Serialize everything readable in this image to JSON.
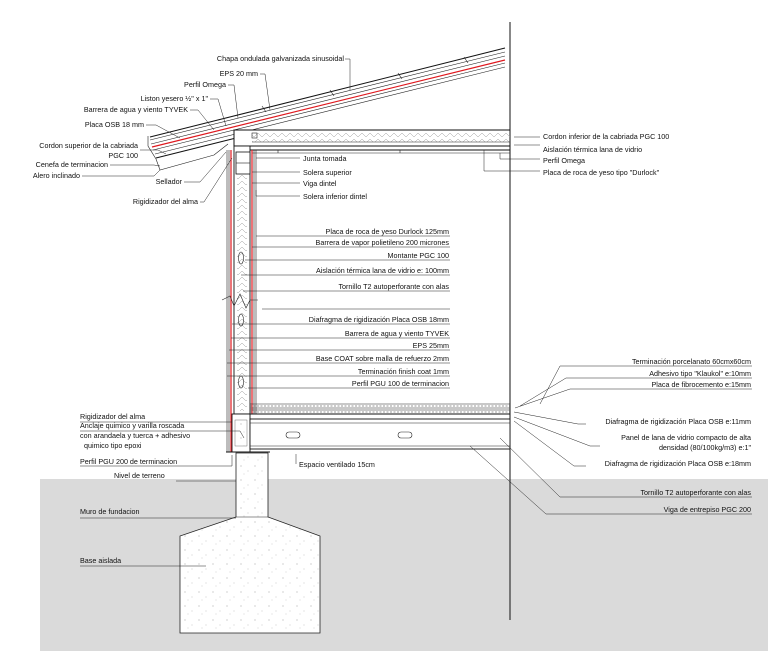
{
  "colors": {
    "ground": "#dadada",
    "background": "#ffffff",
    "ink": "#111111",
    "vapor_barrier": "#e0191f",
    "hatch": "#8a8a8a"
  },
  "labels": {
    "chapa": "Chapa ondulada galvanizada sinusoidal",
    "eps20": "EPS 20 mm",
    "perfil_omega_roof": "Perfil Omega",
    "liston": "Liston yesero ½\" x 1\"",
    "barrera_roof": "Barrera de agua y viento TYVEK",
    "placa_osb_roof": "Placa OSB 18 mm",
    "cordon_sup_1": "Cordon superior de la cabriada",
    "cordon_sup_2": "PGC 100",
    "cenefa": "Cenefa de terminacion",
    "alero": "Alero inclinado",
    "sellador": "Sellador",
    "rigidizador_top": "Rigidizador del alma",
    "cordon_inf": "Cordon inferior de la cabriada PGC 100",
    "aislacion_techo": "Aislación térmica lana de vidrio",
    "perfil_omega_right": "Perfil Omega",
    "placa_durlock_right": "Placa de roca de yeso tipo \"Durlock\"",
    "junta": "Junta tomada",
    "solera_sup": "Solera superior",
    "viga_dintel": "Viga dintel",
    "solera_inf_dintel": "Solera inferior dintel",
    "wall_1": "Placa de roca de yeso Durlock 125mm",
    "wall_2": "Barrera de vapor polietileno 200 micrones",
    "wall_3": "Montante PGC 100",
    "wall_4": "Aislación térmica lana de vidrio e: 100mm",
    "wall_5": "Tornillo T2 autoperforante con alas",
    "wall_6": "Diafragma de rigidización Placa OSB 18mm",
    "wall_7": "Barrera de agua y viento TYVEK",
    "wall_8": "EPS 25mm",
    "wall_9": "Base COAT sobre malla de refuerzo 2mm",
    "wall_10": "Terminación finish coat 1mm",
    "wall_11": "Perfil PGU 100 de terminacion",
    "floor_1": "Terminación porcelanato 60cmx60cm",
    "floor_2": "Adhesivo tipo \"Klaukol\" e:10mm",
    "floor_3": "Placa de fibrocemento e:15mm",
    "floor_4": "Diafragma de rigidización Placa OSB e:11mm",
    "floor_5a": "Panel de lana de vidrio compacto de alta",
    "floor_5b": "densidad  (80/100kg/m3)  e:1\"",
    "floor_6": "Diafragma de rigidización Placa OSB e:18mm",
    "floor_7": "Tornillo T2 autoperforante con alas",
    "floor_8": "Viga de entrepiso PGC 200",
    "base_1": "Rigidizador del alma",
    "base_2a": "Anclaje quimico y varilla roscada",
    "base_2b": "con arandaela y tuerca + adhesivo",
    "base_2c": "quimico tipo epoxi",
    "base_3": "Perfil PGU 200 de terminacion",
    "nivel": "Nivel de terreno",
    "espacio": "Espacio ventilado  15cm",
    "muro": "Muro de fundacion",
    "base_aislada": "Base aislada"
  }
}
